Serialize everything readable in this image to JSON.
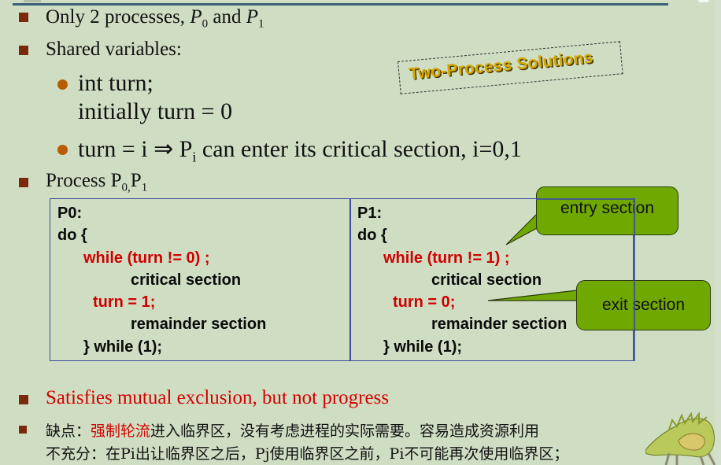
{
  "slide": {
    "background": "#cfdec3",
    "accent_line_color": "#3b5f78",
    "bullet_square_color": "#7a2a0a",
    "bullet_round_color": "#b85c00"
  },
  "bullets": {
    "b1": {
      "pre": "Only 2  processes, ",
      "p0": "P",
      "p0_sub": "0",
      "mid": " and ",
      "p1": "P",
      "p1_sub": "1"
    },
    "b2": {
      "text": "Shared variables:"
    },
    "b2_sub1": {
      "line1": "int turn;",
      "line2": "initially turn = 0"
    },
    "b2_sub2": {
      "pre": "turn = i ⇒ P",
      "sub": "i",
      "post": " can enter its critical section, i=0,1"
    },
    "b3": {
      "pre": "Process P",
      "sub0": "0",
      "comma": ",",
      "p": "P",
      "sub1": "1"
    },
    "b4": {
      "text": "Satisfies mutual exclusion, but not progress",
      "color": "#d40000"
    },
    "b5": {
      "label": "缺点：",
      "highlight": "强制轮流",
      "line1_rest": "进入临界区，没有考虑进程的实际需要。容易造成资源利用",
      "line2": "不充分：在Pi出让临界区之后，Pj使用临界区之前，Pi不可能再次使用临界区；"
    }
  },
  "stamp": {
    "text": "Two-Process Solutions",
    "color": "#d4a800"
  },
  "code": {
    "p0": {
      "title": "P0:",
      "line_do": "do {",
      "line_while": "while (turn != 0) ;",
      "line_cs": "critical section",
      "line_turn": "turn = 1;",
      "line_rs": "remainder section",
      "line_end": "} while (1);"
    },
    "p1": {
      "title": "P1:",
      "line_do": "do {",
      "line_while": "while (turn != 1) ;",
      "line_cs": "critical section",
      "line_turn": "turn = 0;",
      "line_rs": "remainder section",
      "line_end": "} while (1);"
    },
    "highlight_color": "#d00000",
    "border_color": "#3c4c9c"
  },
  "callouts": {
    "entry": {
      "text": "entry section",
      "color": "#6fa800"
    },
    "exit": {
      "text": "exit section",
      "color": "#6fa800"
    }
  },
  "decor": {
    "mascot": "dinosaur-illustration"
  }
}
